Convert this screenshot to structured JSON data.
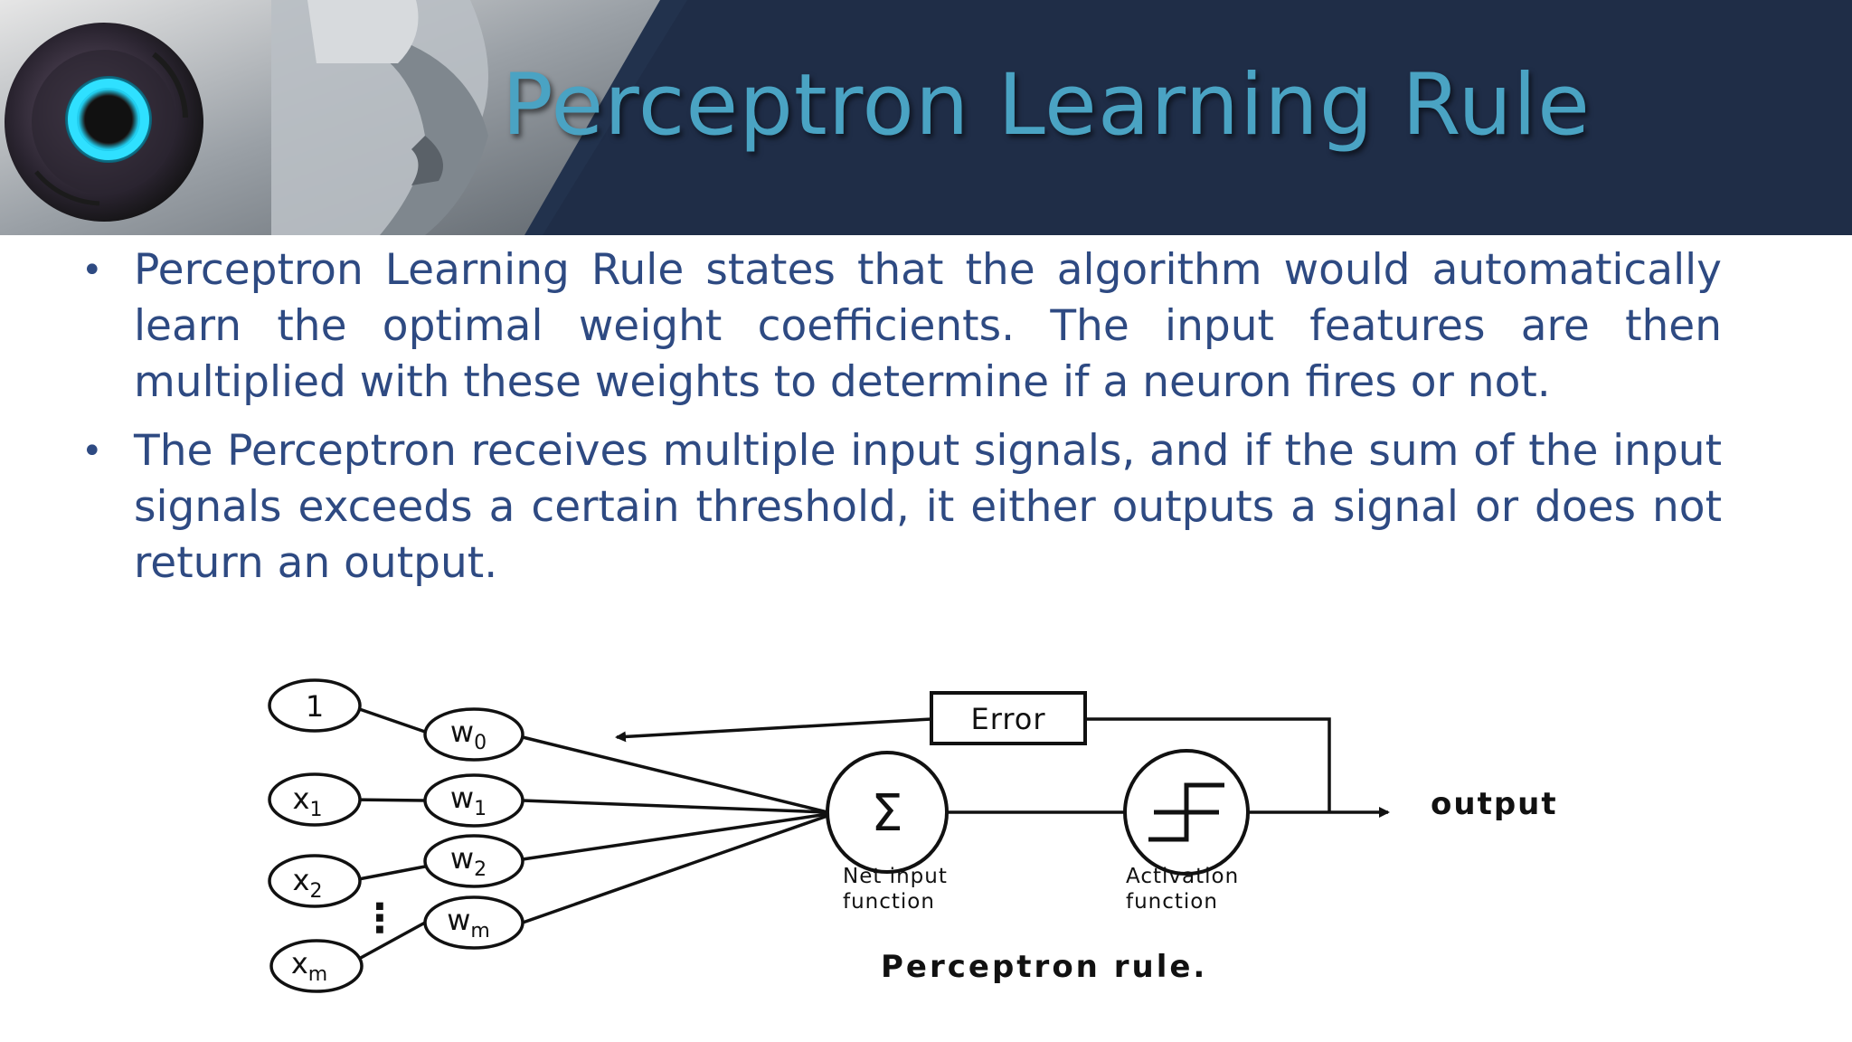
{
  "slide": {
    "title": "Perceptron Learning Rule",
    "bullets": [
      "Perceptron Learning Rule states that the algorithm would automatically learn the optimal weight coefficients. The input features are then multiplied with these weights to determine if a neuron fires or not.",
      "The Perceptron receives multiple input signals, and if the sum of the input signals exceeds a certain threshold, it either outputs a signal or does not return an output."
    ]
  },
  "diagram": {
    "inputs": [
      {
        "base": "1",
        "sub": ""
      },
      {
        "base": "x",
        "sub": "1"
      },
      {
        "base": "x",
        "sub": "2"
      },
      {
        "base": "x",
        "sub": "m"
      }
    ],
    "weights": [
      {
        "base": "w",
        "sub": "0"
      },
      {
        "base": "w",
        "sub": "1"
      },
      {
        "base": "w",
        "sub": "2"
      },
      {
        "base": "w",
        "sub": "m"
      }
    ],
    "ellipsis": "⋮",
    "sum_symbol": "Σ",
    "net_input_label": [
      "Net input",
      "function"
    ],
    "activation_label": [
      "Activation",
      "function"
    ],
    "error_label": "Error",
    "output_label": "output",
    "caption": "Perceptron rule."
  },
  "colors": {
    "header_bg": "#1c2a43",
    "title": "#4aa3c3",
    "body_text": "#2e4a82"
  },
  "icons": [
    "robot-head-illustration",
    "bullet-dot"
  ]
}
